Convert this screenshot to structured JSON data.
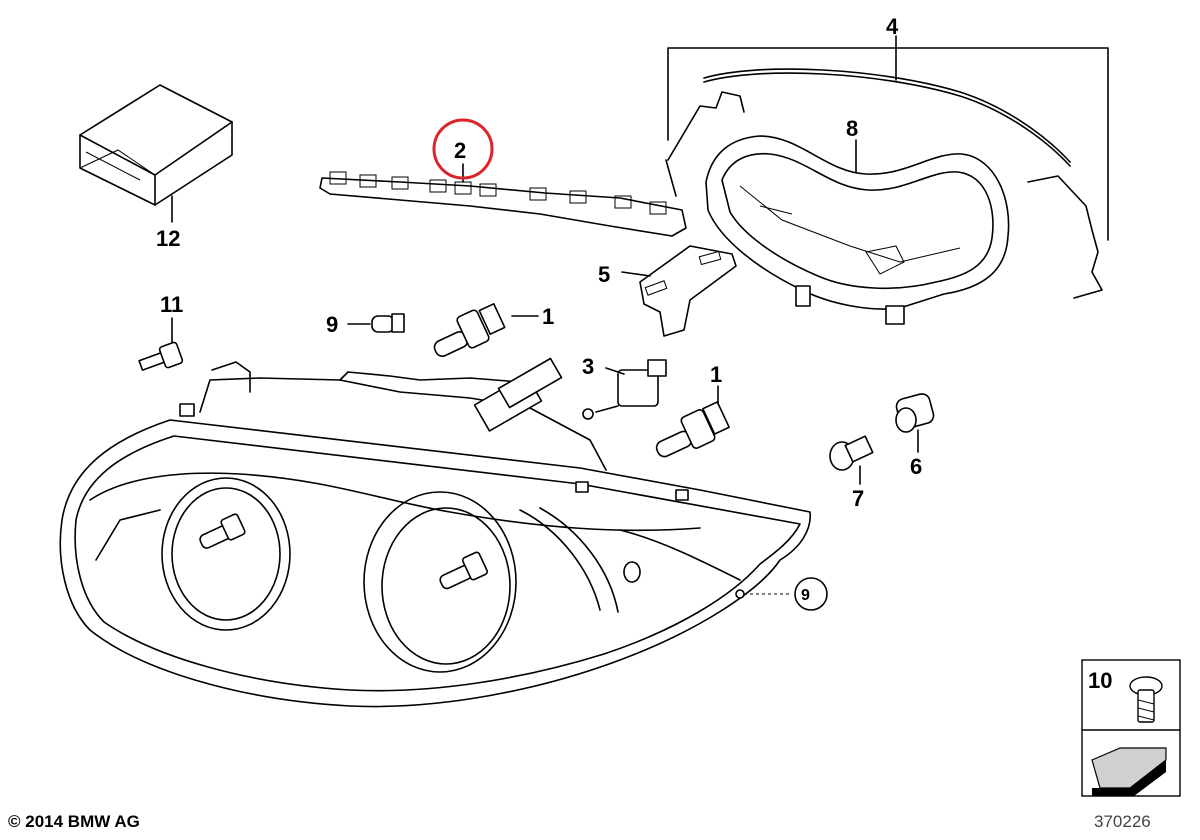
{
  "diagram": {
    "callouts": [
      {
        "id": "c1a",
        "text": "1"
      },
      {
        "id": "c1b",
        "text": "1"
      },
      {
        "id": "c2",
        "text": "2"
      },
      {
        "id": "c3",
        "text": "3"
      },
      {
        "id": "c4",
        "text": "4"
      },
      {
        "id": "c5",
        "text": "5"
      },
      {
        "id": "c6",
        "text": "6"
      },
      {
        "id": "c7",
        "text": "7"
      },
      {
        "id": "c8",
        "text": "8"
      },
      {
        "id": "c9",
        "text": "9"
      },
      {
        "id": "c10",
        "text": "10"
      },
      {
        "id": "c11",
        "text": "11"
      },
      {
        "id": "c12",
        "text": "12"
      }
    ],
    "legend_label": "10",
    "highlight_color": "#d9262c"
  },
  "footer": {
    "copyright": "© 2014 BMW AG",
    "diagram_number": "370226"
  }
}
